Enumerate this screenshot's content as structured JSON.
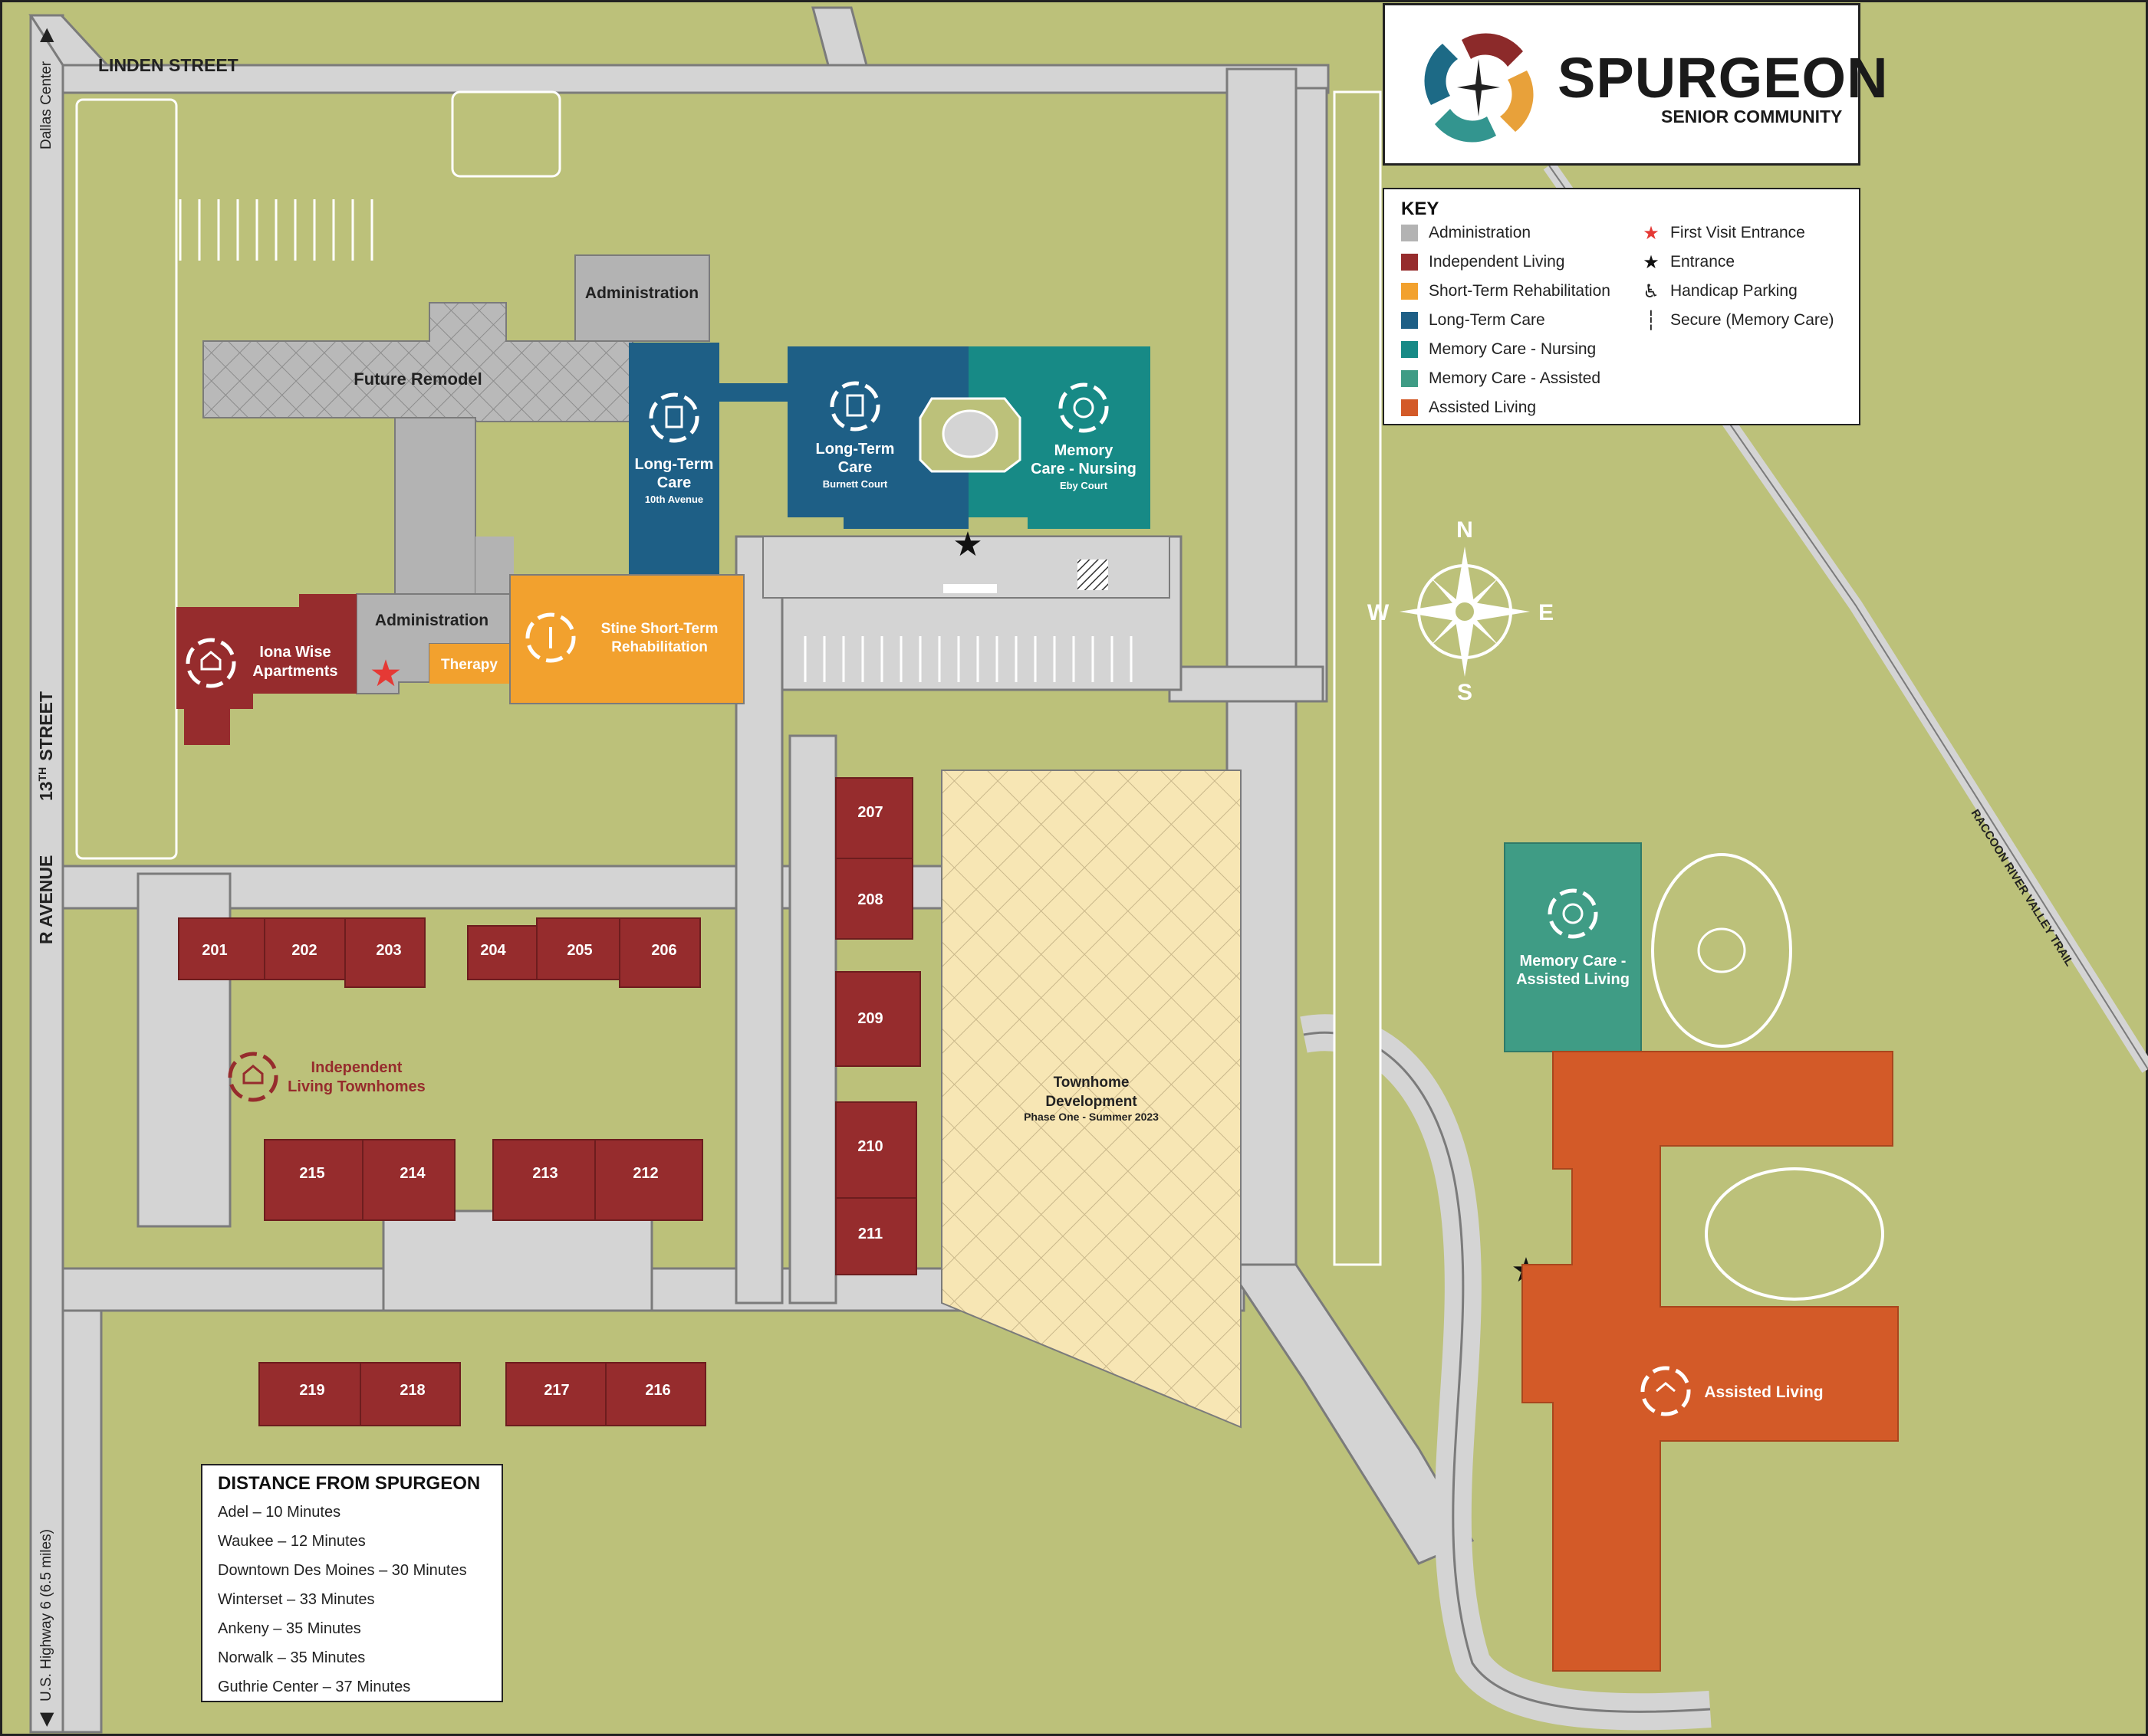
{
  "streets": {
    "linden": "LINDEN STREET",
    "thirteenth": "13",
    "thirteenth_suffix": "TH",
    "thirteenth_word": "STREET",
    "r_avenue": "R AVENUE",
    "dallas_center": "Dallas Center",
    "highway": "U.S. Highway 6 (6.5 miles)",
    "trail": "RACCOON RIVER VALLEY TRAIL"
  },
  "logo": {
    "name": "SPURGEON",
    "subtitle": "SENIOR COMMUNITY",
    "colors": [
      "#8c2a2a",
      "#e8a13a",
      "#1d6a86",
      "#33958f"
    ]
  },
  "key": {
    "title": "KEY",
    "items": [
      {
        "label": "Administration",
        "color": "#b3b3b3"
      },
      {
        "label": "Independent Living",
        "color": "#962c2d"
      },
      {
        "label": "Short-Term Rehabilitation",
        "color": "#f2a12e"
      },
      {
        "label": "Long-Term Care",
        "color": "#1e5f86"
      },
      {
        "label": "Memory Care - Nursing",
        "color": "#178a86"
      },
      {
        "label": "Memory Care - Assisted",
        "color": "#3f9c85"
      },
      {
        "label": "Assisted Living",
        "color": "#d35a28"
      }
    ],
    "symbols": [
      {
        "label": "First Visit Entrance",
        "icon": "red-star-icon",
        "glyph": "★",
        "color": "#e53935"
      },
      {
        "label": "Entrance",
        "icon": "black-star-icon",
        "glyph": "★",
        "color": "#111111"
      },
      {
        "label": "Handicap Parking",
        "icon": "wheelchair-icon",
        "glyph": "♿",
        "color": "#222222"
      },
      {
        "label": "Secure (Memory Care)",
        "icon": "dotted-line-icon",
        "glyph": "┆",
        "color": "#222222"
      }
    ]
  },
  "buildings": {
    "administration_top": "Administration",
    "future_remodel": "Future Remodel",
    "ltc_10th_line1": "Long-Term",
    "ltc_10th_line2": "Care",
    "ltc_10th_sub": "10th Avenue",
    "ltc_burnett_line1": "Long-Term",
    "ltc_burnett_line2": "Care",
    "ltc_burnett_sub": "Burnett Court",
    "mc_eby_line1": "Memory",
    "mc_eby_line2": "Care - Nursing",
    "mc_eby_sub": "Eby Court",
    "administration_main": "Administration",
    "therapy": "Therapy",
    "stine_line1": "Stine Short-Term",
    "stine_line2": "Rehabilitation",
    "iona_line1": "Iona Wise",
    "iona_line2": "Apartments",
    "il_townhomes_line1": "Independent",
    "il_townhomes_line2": "Living Townhomes",
    "townhome_dev_line1": "Townhome",
    "townhome_dev_line2": "Development",
    "townhome_dev_sub": "Phase One - Summer 2023",
    "mca_line1": "Memory Care -",
    "mca_line2": "Assisted Living",
    "assisted_living": "Assisted Living"
  },
  "townhomes": [
    "201",
    "202",
    "203",
    "204",
    "205",
    "206",
    "207",
    "208",
    "209",
    "210",
    "211",
    "212",
    "213",
    "214",
    "215",
    "216",
    "217",
    "218",
    "219"
  ],
  "compass": {
    "n": "N",
    "s": "S",
    "e": "E",
    "w": "W"
  },
  "distances": {
    "title": "DISTANCE FROM SPURGEON",
    "items": [
      "Adel – 10 Minutes",
      "Waukee – 12 Minutes",
      "Downtown Des Moines – 30 Minutes",
      "Winterset – 33 Minutes",
      "Ankeny – 35 Minutes",
      "Norwalk – 35 Minutes",
      "Guthrie Center – 37 Minutes"
    ]
  },
  "colors": {
    "grass": "#bcc17a",
    "road": "#d4d4d4",
    "administration": "#b3b3b3",
    "independent": "#962c2d",
    "rehab": "#f2a12e",
    "ltc": "#1e5f86",
    "mc_nursing": "#178a86",
    "mc_assisted": "#3f9c85",
    "assisted": "#d35a28",
    "development": "#f7e6b4"
  }
}
